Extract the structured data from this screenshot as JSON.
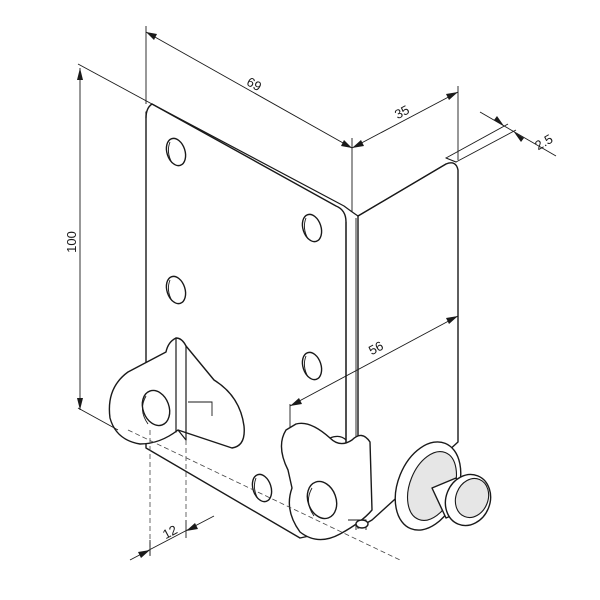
{
  "dimensions": {
    "width_long": "69",
    "width_short": "35",
    "thickness": "2.5",
    "height": "100",
    "hole_spacing": "56",
    "tab_offset": "12"
  }
}
